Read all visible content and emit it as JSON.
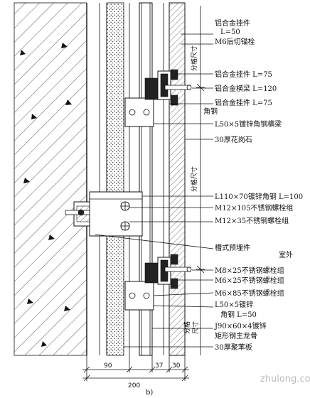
{
  "labels": {
    "l01a": "铝合金挂件",
    "l01b": "L=50",
    "l02": "M6后切锚栓",
    "l03": "铝合金挂件 L=75",
    "l04": "铝合金横梁 L=120",
    "l05a": "铝合金挂件 L=75",
    "l05b": "角钢",
    "l06": "L50×5镀锌角钢横梁",
    "l07": "30厚花岗石",
    "l08": "L110×70镀锌角钢 L=100",
    "l09": "M12×105不锈钢螺栓组",
    "l10": "M12×35不锈钢螺栓组",
    "l11": "槽式预埋件",
    "l12": "室外",
    "l13": "M8×25不锈钢螺栓组",
    "l14": "M6×25不锈钢螺栓组",
    "l15": "M6×85不锈钢螺栓组",
    "l16a": "L50×5镀锌",
    "l16b": "角钢 L=50",
    "l17a": "J90×60×4镀锌",
    "l17b": "矩形钢主龙骨",
    "l18": "30厚聚苯板"
  },
  "vertical_dims": {
    "upper": "分格尺寸",
    "middle": "分格尺寸",
    "lower_a": "分格",
    "lower_b": "尺寸"
  },
  "horizontal_dims": {
    "d1": "90",
    "d2": "37",
    "d3": "30",
    "total": "200"
  },
  "caption": "b)",
  "watermark": "zhulong.com"
}
